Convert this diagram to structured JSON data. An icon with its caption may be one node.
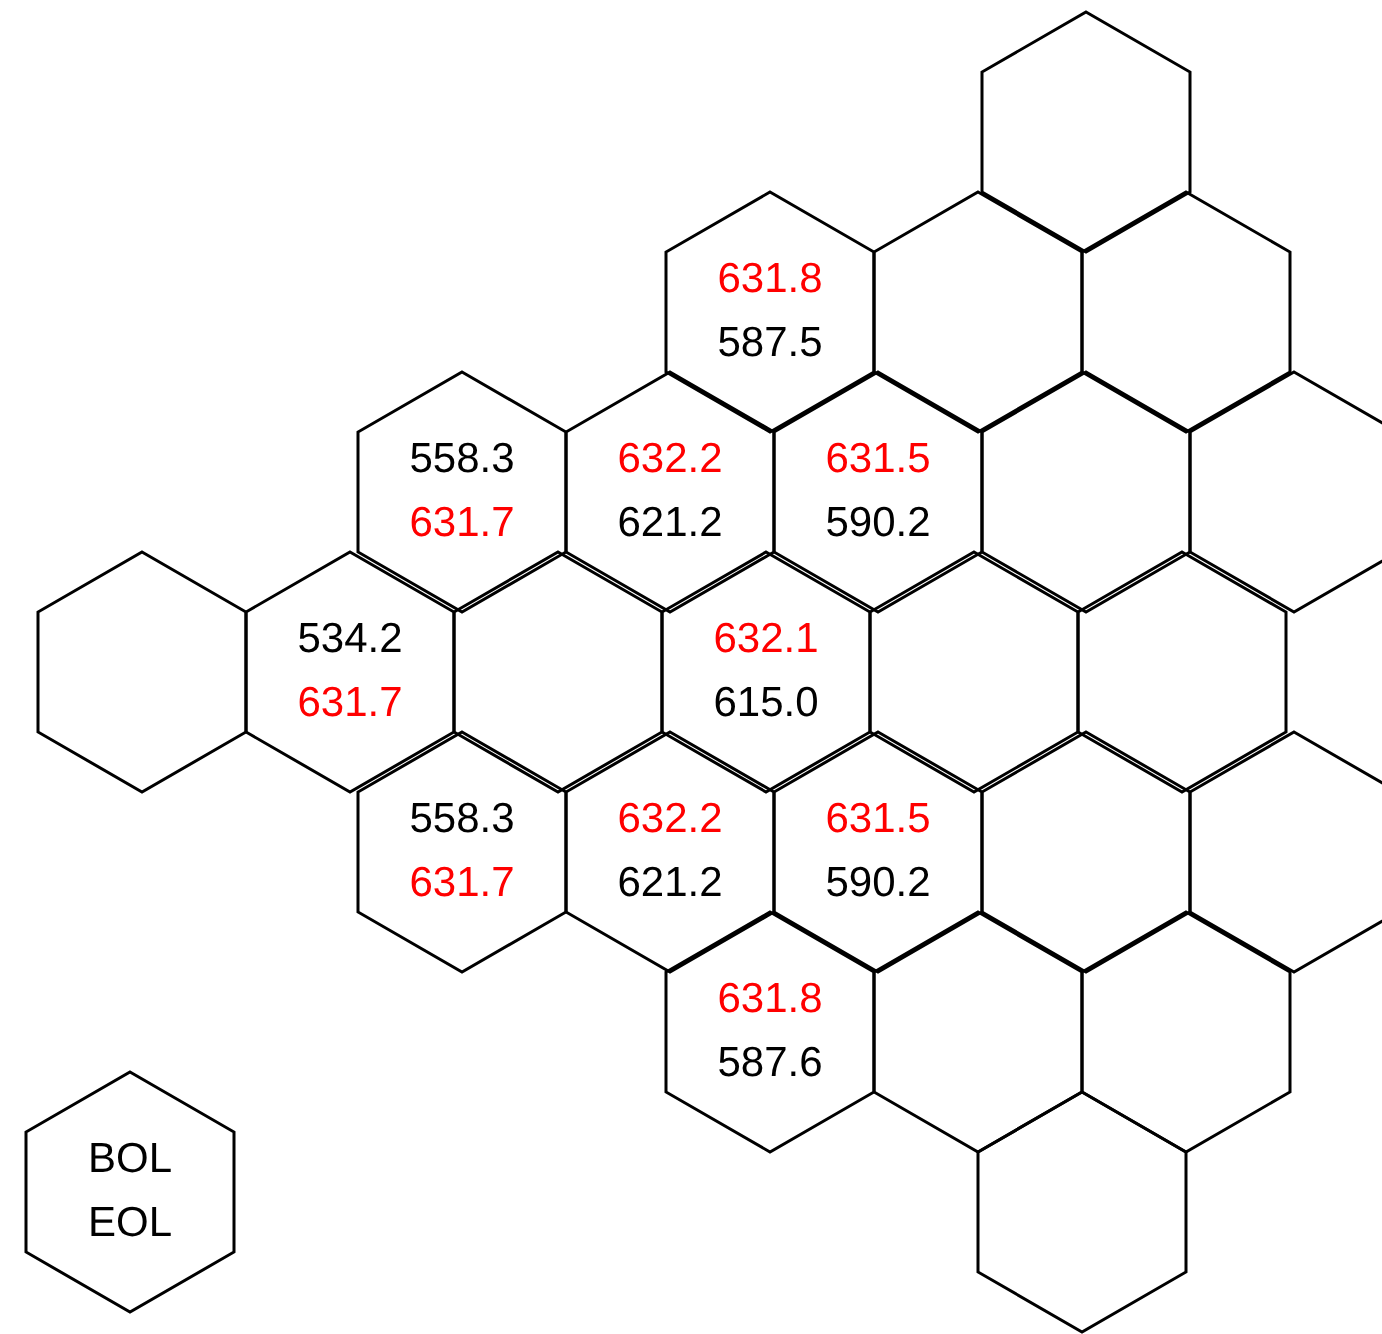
{
  "diagram": {
    "nodes": [
      {
        "text": [],
        "shape": "hexagon"
      },
      {
        "text": [
          "631.8",
          "587.5"
        ]
      },
      {
        "text": [],
        "shape": "hexagon"
      },
      {
        "text": [],
        "shape": "hexagon"
      },
      {
        "text": [
          "558.3",
          "631.7"
        ]
      },
      {
        "text": [
          "632.2",
          "621.2"
        ]
      },
      {
        "text": [
          "631.5",
          "590.2"
        ]
      },
      {
        "text": [],
        "shape": "hexagon"
      },
      {
        "text": [],
        "shape": "hexagon"
      },
      {
        "text": [],
        "shape": "hexagon"
      },
      {
        "text": [
          "534.2",
          "631.7"
        ]
      },
      {
        "text": [],
        "shape": "hexagon"
      },
      {
        "text": [
          "632.1",
          "615.0"
        ]
      },
      {
        "text": [],
        "shape": "hexagon"
      },
      {
        "text": [],
        "shape": "hexagon"
      },
      {
        "text": [
          "558.3",
          "631.7"
        ]
      },
      {
        "text": [
          "632.2",
          "621.2"
        ]
      },
      {
        "text": [
          "631.5",
          "590.2"
        ]
      },
      {
        "text": [],
        "shape": "hexagon"
      },
      {
        "text": [],
        "shape": "hexagon"
      },
      {
        "text": [
          "631.8",
          "587.6"
        ]
      },
      {
        "text": [],
        "shape": "hexagon"
      },
      {
        "text": [],
        "shape": "hexagon"
      },
      {
        "text": [],
        "shape": "hexagon"
      },
      {
        "text": [
          "BOL",
          "EOL"
        ]
      }
    ]
  }
}
